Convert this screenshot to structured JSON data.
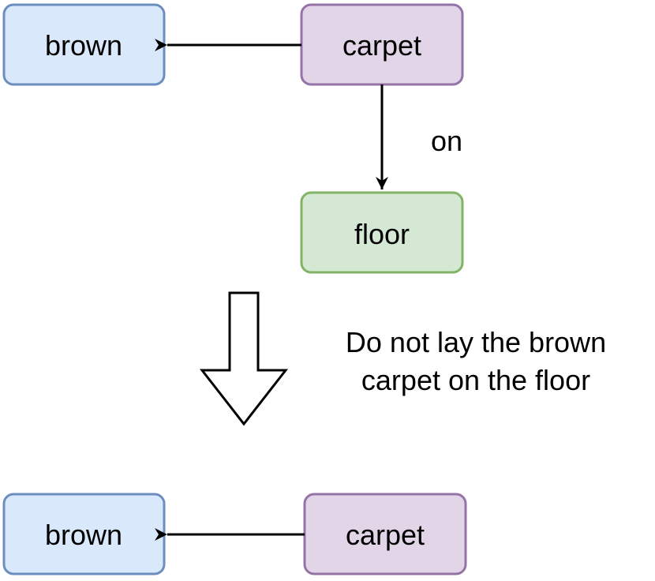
{
  "diagram": {
    "top": {
      "brown_label": "brown",
      "carpet_label": "carpet",
      "floor_label": "floor",
      "edge_on_label": "on"
    },
    "transform": {
      "caption_line1": "Do not lay the brown",
      "caption_line2": "carpet on the floor"
    },
    "bottom": {
      "brown_label": "brown",
      "carpet_label": "carpet"
    }
  },
  "colors": {
    "blue_fill": "#dae8fc",
    "blue_stroke": "#6c8ebf",
    "purple_fill": "#e1d5e7",
    "purple_stroke": "#9673a6",
    "green_fill": "#d5e8d4",
    "green_stroke": "#82b366",
    "line": "#000000"
  }
}
